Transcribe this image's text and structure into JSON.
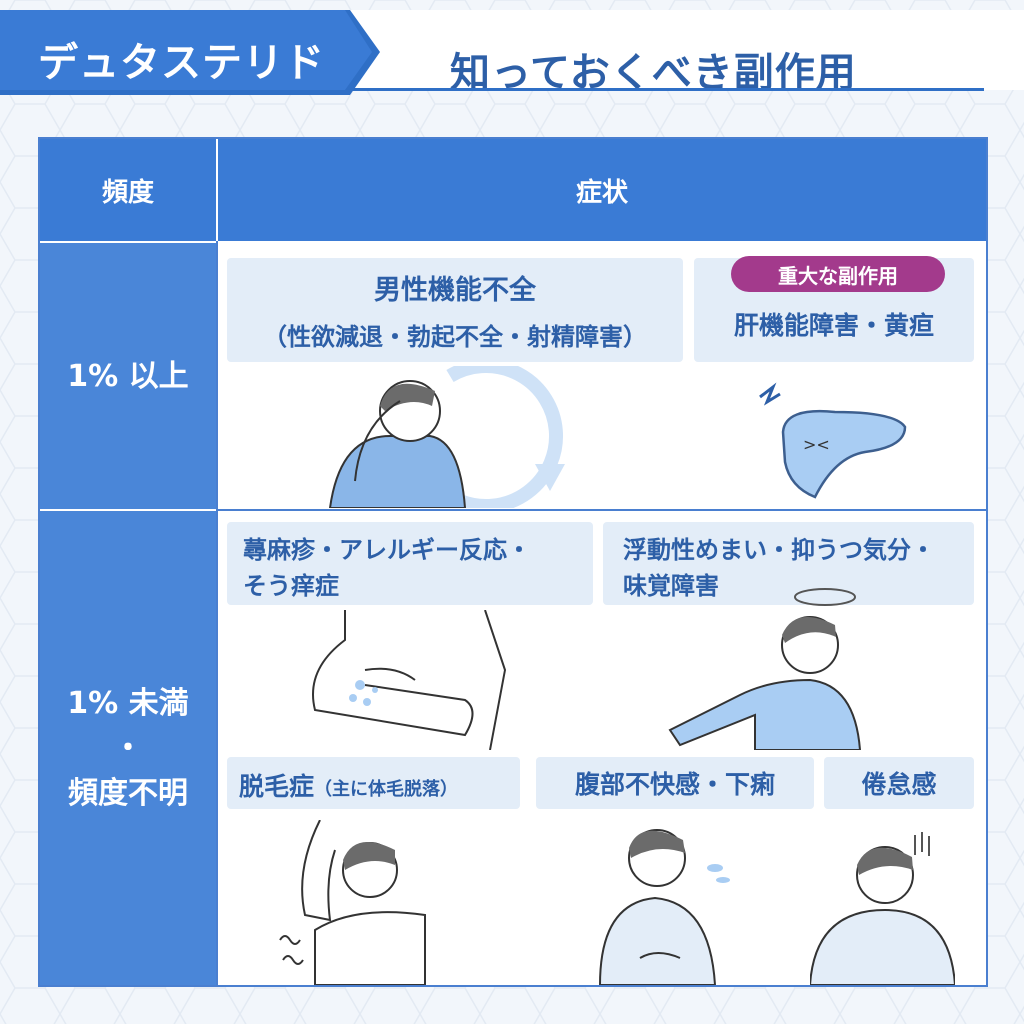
{
  "header": {
    "drug_name": "デュタステリド",
    "title": "知っておくべき副作用"
  },
  "table": {
    "col_frequency": "頻度",
    "col_symptoms": "症状",
    "rows": [
      {
        "frequency": "1% 以上",
        "items": [
          {
            "name": "男性機能不全",
            "detail": "（性欲減退・勃起不全・射精障害）"
          },
          {
            "badge": "重大な副作用",
            "name": "肝機能障害・黄疸"
          }
        ]
      },
      {
        "frequency_line1": "1% 未満",
        "frequency_line2": "・",
        "frequency_line3": "頻度不明",
        "items": [
          {
            "line1": "蕁麻疹・アレルギー反応・",
            "line2": "そう痒症"
          },
          {
            "line1": "浮動性めまい・抑うつ気分・",
            "line2": "味覚障害"
          },
          {
            "name": "脱毛症",
            "detail": "（主に体毛脱落）"
          },
          {
            "name": "腹部不快感・下痢"
          },
          {
            "name": "倦怠感"
          }
        ]
      }
    ]
  },
  "colors": {
    "primary": "#3a7bd5",
    "title_text": "#2d5fa7",
    "box_bg": "#e3edf8",
    "badge": "#a33a8c"
  }
}
